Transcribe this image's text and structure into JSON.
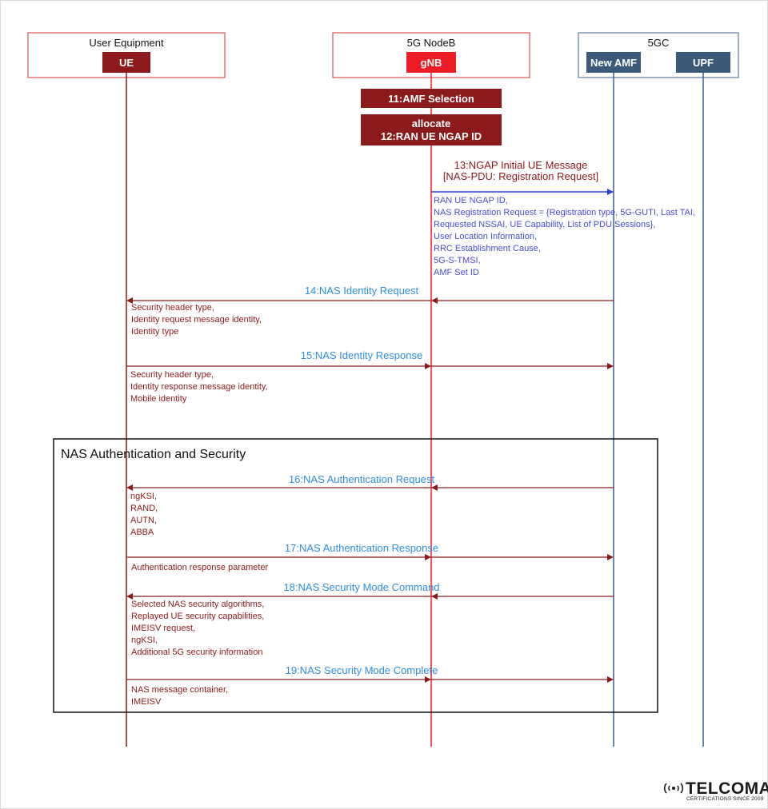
{
  "groups": {
    "ue": {
      "title": "User Equipment",
      "chips": [
        "UE"
      ]
    },
    "gnb": {
      "title": "5G NodeB",
      "chips": [
        "gNB"
      ]
    },
    "core": {
      "title": "5GC",
      "chips": [
        "New AMF",
        "UPF"
      ]
    }
  },
  "steps": [
    {
      "lines": [
        "11:AMF Selection"
      ]
    },
    {
      "lines": [
        "allocate",
        "12:RAN UE NGAP ID"
      ]
    }
  ],
  "messages": [
    {
      "label": [
        "13:NGAP Initial UE Message",
        "[NAS-PDU: Registration Request]"
      ],
      "params": [
        "RAN UE NGAP ID,",
        "NAS Registration Request = {Registration type, 5G-GUTI, Last TAI,",
        "Requested NSSAI, UE Capability, List of PDU Sessions},",
        "User Location Information,",
        "RRC Establishment Cause,",
        "5G-S-TMSI,",
        "AMF Set ID"
      ]
    },
    {
      "label": [
        "14:NAS Identity Request"
      ],
      "params": [
        "Security header type,",
        "Identity request message identity,",
        "Identity type"
      ]
    },
    {
      "label": [
        "15:NAS Identity Response"
      ],
      "params": [
        "Security header type,",
        "Identity response message identity,",
        "Mobile identity"
      ]
    },
    {
      "label": [
        "16:NAS Authentication Request"
      ],
      "params": [
        "ngKSI,",
        "RAND,",
        "AUTN,",
        "ABBA"
      ]
    },
    {
      "label": [
        "17:NAS Authentication Response"
      ],
      "params": [
        "Authentication response parameter"
      ]
    },
    {
      "label": [
        "18:NAS Security Mode Command"
      ],
      "params": [
        "Selected NAS security algorithms,",
        "Replayed UE security capabilities,",
        "IMEISV request,",
        "ngKSI,",
        "Additional 5G security information"
      ]
    },
    {
      "label": [
        "19:NAS Security Mode Complete"
      ],
      "params": [
        "NAS message container,",
        "IMEISV"
      ]
    }
  ],
  "box_title": "NAS Authentication and Security",
  "logo": {
    "name": "TELCOMA",
    "tagline": "CERTIFICATIONS SINCE 2009"
  },
  "colors": {
    "ue_line": "#8b1a1a",
    "gnb_line": "#ee1c24",
    "amf_line": "#3d5f8f",
    "upf_line": "#3d5f8f",
    "blue_arrow": "#2a3fe0",
    "red_arrow": "#8b1a1a",
    "chip_ue": "#8b1a1a",
    "chip_gnb": "#ee1c24",
    "chip_core": "#3b5a7a",
    "step_fill": "#8b1a1a"
  }
}
